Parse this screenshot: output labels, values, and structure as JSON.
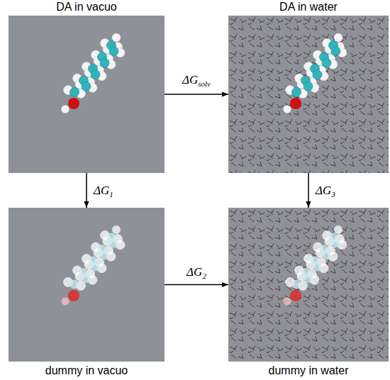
{
  "diagram": {
    "nodes": [
      {
        "text": [
          "DA in vacuo"
        ]
      },
      {
        "text": [
          "DA in water"
        ]
      },
      {
        "text": [
          "dummy in vacuo"
        ]
      },
      {
        "text": [
          "dummy in water"
        ]
      }
    ],
    "edges": [
      {
        "from": 0,
        "to": 1,
        "arrow": "to",
        "label": "ΔGsolv"
      },
      {
        "from": 0,
        "to": 2,
        "arrow": "to",
        "label": "ΔG1"
      },
      {
        "from": 1,
        "to": 3,
        "arrow": "to",
        "label": "ΔG3"
      },
      {
        "from": 2,
        "to": 3,
        "arrow": "to",
        "label": "ΔG2"
      }
    ]
  }
}
